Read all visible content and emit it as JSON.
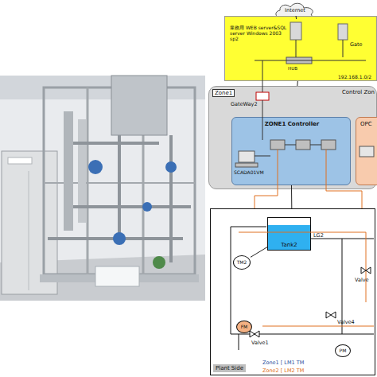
{
  "diagram": {
    "nodes": [
      {
        "text": [
          "Internet"
        ]
      },
      {
        "text": [
          "業務用 WEB server&SQL server Windows 2003 sp2"
        ]
      },
      {
        "text": [
          "Zone1",
          "Control Zon"
        ]
      },
      {
        "text": [
          "ZONE1 Controller"
        ],
        "in": 2
      },
      {
        "text": [
          "OPC"
        ],
        "in": 2
      },
      {
        "text": [
          "Plant Side"
        ]
      },
      {
        "text": [
          "Tank2"
        ],
        "in": 5
      },
      {
        "text": [
          "TM2"
        ],
        "in": 5
      },
      {
        "text": [
          "FM"
        ],
        "in": 5
      },
      {
        "text": [
          "PM"
        ],
        "in": 5
      }
    ],
    "edges": [
      {
        "from": 0,
        "to": 1,
        "arrow": "none"
      },
      {
        "from": 1,
        "to": 2,
        "arrow": "none"
      },
      {
        "from": 3,
        "to": 5,
        "arrow": "none"
      },
      {
        "from": 7,
        "to": 6,
        "arrow": "none"
      }
    ],
    "labels": [
      "Gate",
      "HUB",
      "192.168.1.0/2",
      "GateWay2",
      "SCADA01VM",
      "LG2",
      "Valve4",
      "Valve",
      "Valve1",
      "Zone1 [ LM1 TM",
      "Zone2 [ LM2 TM"
    ]
  }
}
